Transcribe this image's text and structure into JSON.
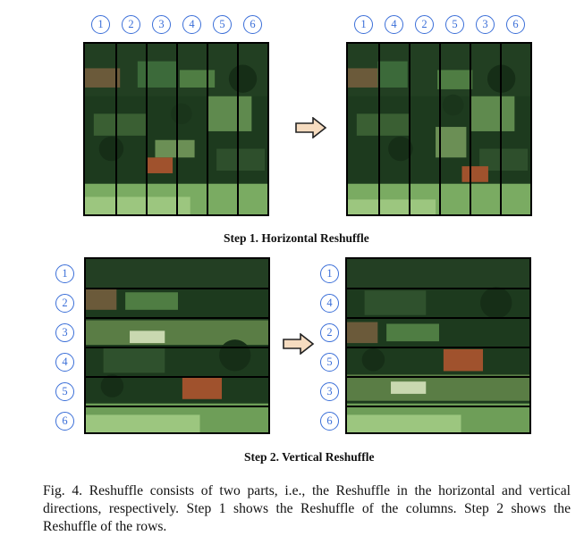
{
  "step1": {
    "label": "Step 1.  Horizontal Reshuffle",
    "before_order": [
      "1",
      "2",
      "3",
      "4",
      "5",
      "6"
    ],
    "after_order": [
      "1",
      "4",
      "2",
      "5",
      "3",
      "6"
    ]
  },
  "step2": {
    "label": "Step 2.  Vertical Reshuffle",
    "before_order": [
      "1",
      "2",
      "3",
      "4",
      "5",
      "6"
    ],
    "after_order": [
      "1",
      "4",
      "2",
      "5",
      "3",
      "6"
    ]
  },
  "caption": "Fig. 4.   Reshuffle consists of two parts, i.e., the Reshuffle in the horizontal and vertical directions, respectively. Step 1 shows the Reshuffle of the columns. Step 2 shows the Reshuffle of the rows.",
  "colors": {
    "circle": "#3b6fd8",
    "arrow_fill": "#f6dcc0",
    "image_base": "#1d3a1e"
  }
}
